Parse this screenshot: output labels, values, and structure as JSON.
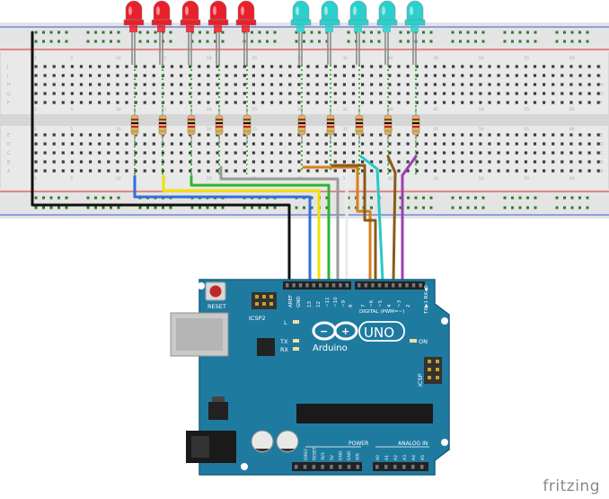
{
  "breadboard": {
    "column_numbers": [
      "1",
      "5",
      "10",
      "15",
      "20",
      "25",
      "30",
      "35",
      "40",
      "45",
      "50",
      "55",
      "60"
    ],
    "row_letters_top": [
      "J",
      "I",
      "H",
      "G",
      "F"
    ],
    "row_letters_bottom": [
      "E",
      "D",
      "C",
      "B",
      "A"
    ]
  },
  "leds": [
    {
      "color": "red"
    },
    {
      "color": "red"
    },
    {
      "color": "red"
    },
    {
      "color": "red"
    },
    {
      "color": "red"
    },
    {
      "color": "cyan"
    },
    {
      "color": "cyan"
    },
    {
      "color": "cyan"
    },
    {
      "color": "cyan"
    },
    {
      "color": "cyan"
    }
  ],
  "colors": {
    "red_led": "#e8202a",
    "cyan_led": "#2ad0cc",
    "board": "#1f7aa0",
    "wire_black": "#111111",
    "wire_blue": "#2f6fd8",
    "wire_yellow": "#f2e000",
    "wire_green": "#2fb52f",
    "wire_gray": "#9a9a9a",
    "wire_white": "#f4f4f4",
    "wire_orange": "#d6801a",
    "wire_brown": "#8b5a1b",
    "wire_cyan": "#25c9c9",
    "wire_purple": "#9c3fb3"
  },
  "arduino": {
    "reset_label": "RESET",
    "icsp2_label": "ICSP2",
    "l_label": "L",
    "tx_label": "TX",
    "rx_label": "RX",
    "logo_text": "Arduino",
    "uno_text": "UNO",
    "on_label": "ON",
    "icsp_label": "ICSP",
    "digital_label": "DIGITAL (PWM=~)",
    "txrx_label": "TX▶1 RX◀0",
    "power_label": "POWER",
    "analog_label": "ANALOG IN",
    "top_pins": [
      "AREF",
      "GND",
      "13",
      "12",
      "~11",
      "~10",
      "~9",
      "8",
      "7",
      "~6",
      "~5",
      "4",
      "~3",
      "2"
    ],
    "power_pins": [
      "IOREF",
      "RESET",
      "3V3",
      "5V",
      "GND",
      "GND",
      "VIN"
    ],
    "analog_pins": [
      "A0",
      "A1",
      "A2",
      "A3",
      "A4",
      "A5"
    ]
  },
  "brand": {
    "text": "fritzing"
  }
}
